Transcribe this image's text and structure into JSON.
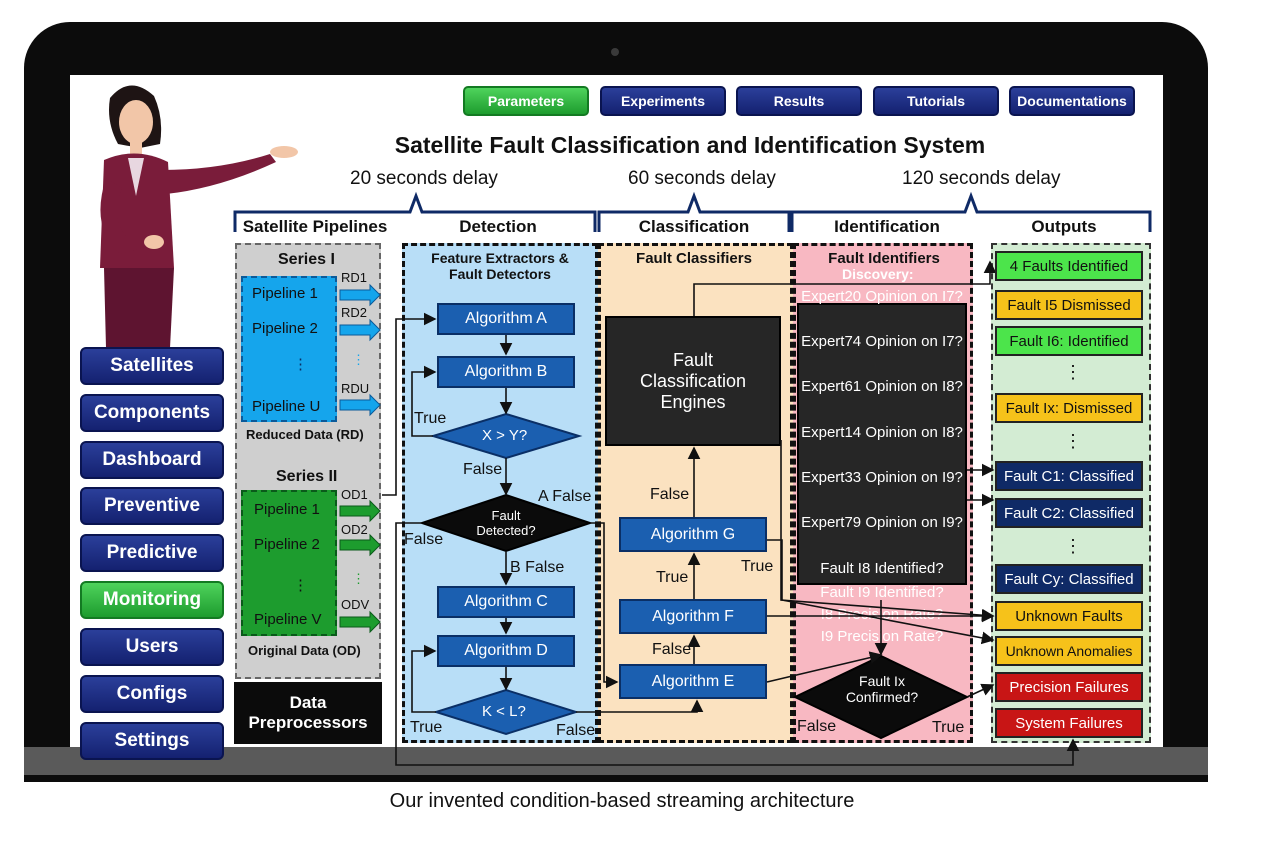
{
  "top_nav": [
    "Parameters",
    "Experiments",
    "Results",
    "Tutorials",
    "Documentations"
  ],
  "title": "Satellite Fault Classification and Identification System",
  "delays": [
    "20 seconds delay",
    "60 seconds delay",
    "120 seconds delay"
  ],
  "columns": [
    "Satellite Pipelines",
    "Detection",
    "Classification",
    "Identification",
    "Outputs"
  ],
  "sidebar": [
    "Satellites",
    "Components",
    "Dashboard",
    "Preventive",
    "Predictive",
    "Monitoring",
    "Users",
    "Configs",
    "Settings"
  ],
  "pipelines": {
    "series1": "Series I",
    "series1_items": [
      "Pipeline 1",
      "Pipeline 2",
      "⋮",
      "Pipeline U"
    ],
    "series1_note": "Reduced Data (RD)",
    "series1_labels": [
      "RD1",
      "RD2",
      "⋮",
      "RDU"
    ],
    "series2": "Series II",
    "series2_items": [
      "Pipeline 1",
      "Pipeline 2",
      "⋮",
      "Pipeline V"
    ],
    "series2_note": "Original Data (OD)",
    "series2_labels": [
      "OD1",
      "OD2",
      "⋮",
      "ODV"
    ],
    "preproc": "Data Preprocessors"
  },
  "detection": {
    "subtitle": "Feature Extractors & Fault Detectors",
    "algo_a": "Algorithm A",
    "algo_b": "Algorithm B",
    "diamond1": "X > Y?",
    "diamond2": "Fault Detected?",
    "algo_c": "Algorithm C",
    "algo_d": "Algorithm D",
    "diamond3": "K < L?",
    "true": "True",
    "false": "False",
    "a_false": "A False",
    "b_false": "B False"
  },
  "classification": {
    "subtitle": "Fault Classifiers",
    "engines": "Fault Classification Engines",
    "algo_g": "Algorithm G",
    "algo_f": "Algorithm F",
    "algo_e": "Algorithm E"
  },
  "identification": {
    "subtitle": "Fault Identifiers",
    "discovery": "Discovery:",
    "experts": [
      "Expert20 Opinion on I7?",
      "Expert74 Opinion on I7?",
      "Expert61 Opinion on I8?",
      "Expert14 Opinion on I8?",
      "Expert33 Opinion on I9?",
      "Expert79 Opinion on I9?"
    ],
    "identified": [
      "Fault I8 Identified?",
      "Fault I9 Identified?"
    ],
    "precision": [
      "I8 Precision Rate?",
      "I9 Precision Rate?"
    ],
    "diamond": "Fault Ix Confirmed?"
  },
  "outputs": [
    {
      "text": "4 Faults Identified",
      "style": "green"
    },
    {
      "text": "Fault I5 Dismissed",
      "style": "yellow"
    },
    {
      "text": "Fault I6: Identified",
      "style": "green"
    },
    {
      "text": "⋮",
      "style": "dots"
    },
    {
      "text": "Fault Ix: Dismissed",
      "style": "yellow"
    },
    {
      "text": "⋮",
      "style": "dots"
    },
    {
      "text": "Fault C1: Classified",
      "style": "navy"
    },
    {
      "text": "Fault C2: Classified",
      "style": "navy"
    },
    {
      "text": "⋮",
      "style": "dots"
    },
    {
      "text": "Fault Cy: Classified",
      "style": "navy"
    },
    {
      "text": "Unknown Faults",
      "style": "yellow"
    },
    {
      "text": "Unknown Anomalies",
      "style": "yellow"
    },
    {
      "text": "Precision Failures",
      "style": "red"
    },
    {
      "text": "System Failures",
      "style": "red"
    }
  ],
  "caption": "Our invented condition-based streaming architecture"
}
